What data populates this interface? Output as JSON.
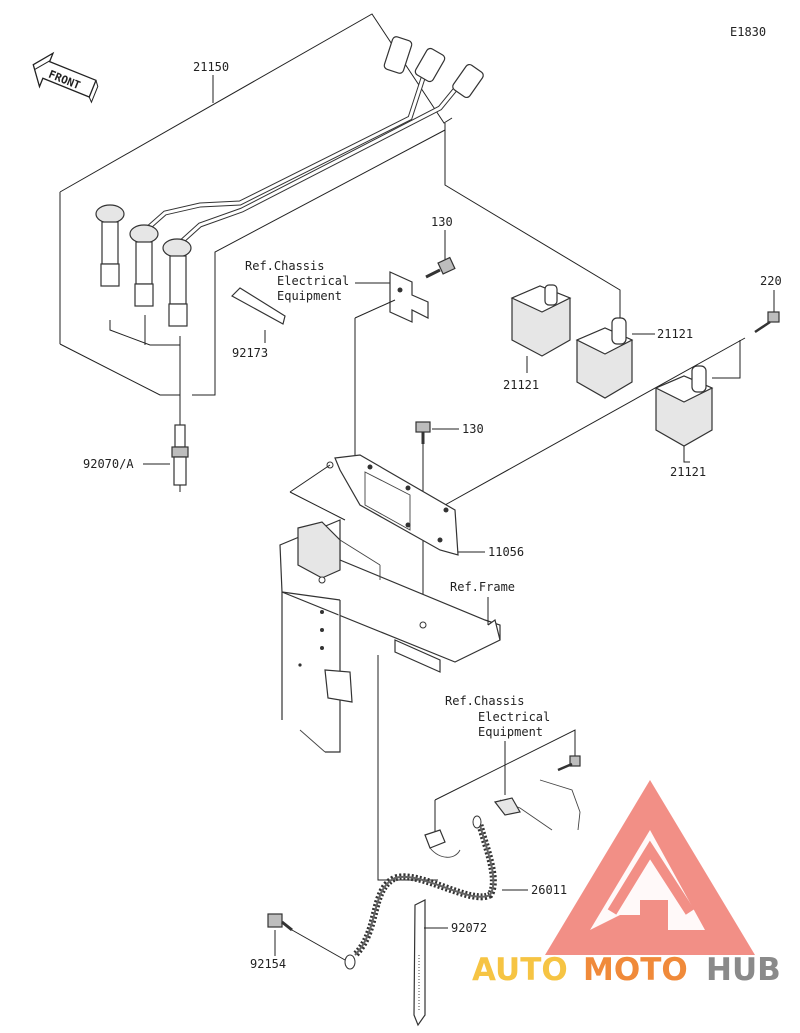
{
  "diagram_code": "E1830",
  "front_arrow": "FRONT",
  "parts": {
    "p21150": "21150",
    "p92173": "92173",
    "p92070": "92070/A",
    "p130a": "130",
    "p130b": "130",
    "p220": "220",
    "p21121a": "21121",
    "p21121b": "21121",
    "p21121c": "21121",
    "p11056": "11056",
    "p26011": "26011",
    "p92072": "92072",
    "p92154": "92154"
  },
  "refs": {
    "chassis1": [
      "Ref.Chassis",
      "Electrical",
      "Equipment"
    ],
    "frame": "Ref.Frame",
    "chassis2": [
      "Ref.Chassis",
      "Electrical",
      "Equipment"
    ]
  },
  "watermark": {
    "word1": "AUTO",
    "word2": "MOTO",
    "word3": "HUB",
    "colors": {
      "logo_red": "#f07c72",
      "auto_yellow": "#f6c443",
      "moto_orange": "#f08a3a",
      "hub_gray": "#8a8a8a"
    }
  }
}
